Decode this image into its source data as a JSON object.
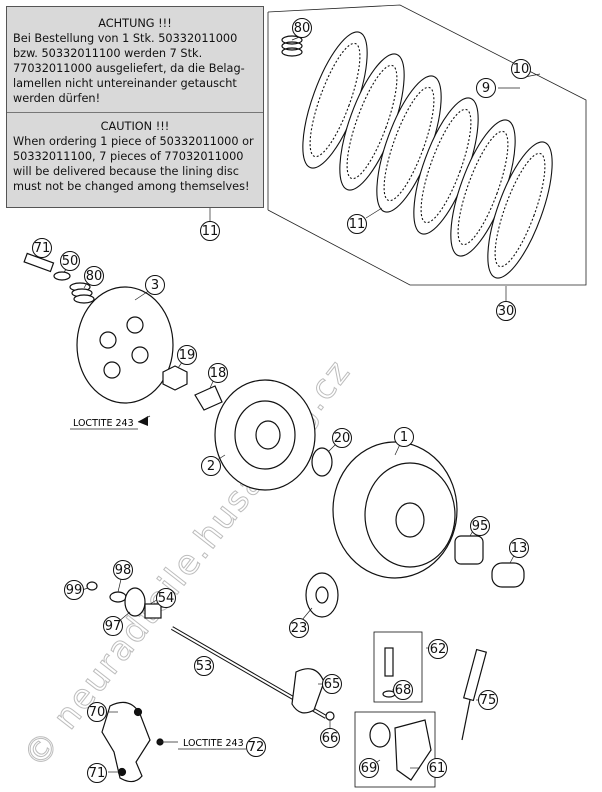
{
  "note": {
    "de_heading": "ACHTUNG !!!",
    "de_text": "Bei Bestellung von 1 Stk. 50332011000\nbzw. 50332011100 werden 7 Stk.\n77032011000 ausgeliefert, da die Belag-\nlamellen nicht untereinander getauscht\nwerden dürfen!",
    "en_heading": "CAUTION !!!",
    "en_text": "When ordering 1 piece of 50332011000 or\n50332011100, 7 pieces of 77032011000\nwill be delivered because the lining disc\nmust not be changed among themselves!"
  },
  "callouts": [
    {
      "id": "c80a",
      "label": "80"
    },
    {
      "id": "c10",
      "label": "10"
    },
    {
      "id": "c9",
      "label": "9"
    },
    {
      "id": "c11a",
      "label": "11"
    },
    {
      "id": "c11b",
      "label": "11"
    },
    {
      "id": "c30",
      "label": "30"
    },
    {
      "id": "c71a",
      "label": "71"
    },
    {
      "id": "c50",
      "label": "50"
    },
    {
      "id": "c80b",
      "label": "80"
    },
    {
      "id": "c3",
      "label": "3"
    },
    {
      "id": "c19",
      "label": "19"
    },
    {
      "id": "c18",
      "label": "18"
    },
    {
      "id": "c2",
      "label": "2"
    },
    {
      "id": "c20",
      "label": "20"
    },
    {
      "id": "c1",
      "label": "1"
    },
    {
      "id": "c95",
      "label": "95"
    },
    {
      "id": "c13",
      "label": "13"
    },
    {
      "id": "c99",
      "label": "99"
    },
    {
      "id": "c98",
      "label": "98"
    },
    {
      "id": "c54",
      "label": "54"
    },
    {
      "id": "c97",
      "label": "97"
    },
    {
      "id": "c23",
      "label": "23"
    },
    {
      "id": "c53",
      "label": "53"
    },
    {
      "id": "c62",
      "label": "62"
    },
    {
      "id": "c68",
      "label": "68"
    },
    {
      "id": "c75",
      "label": "75"
    },
    {
      "id": "c65",
      "label": "65"
    },
    {
      "id": "c66",
      "label": "66"
    },
    {
      "id": "c70",
      "label": "70"
    },
    {
      "id": "c72",
      "label": "72"
    },
    {
      "id": "c71b",
      "label": "71"
    },
    {
      "id": "c69",
      "label": "69"
    },
    {
      "id": "c61",
      "label": "61"
    }
  ],
  "loctite_top": "LOCTITE 243",
  "loctite_bottom": "LOCTITE 243",
  "watermark": "© neuradteile.husaberg.cz"
}
